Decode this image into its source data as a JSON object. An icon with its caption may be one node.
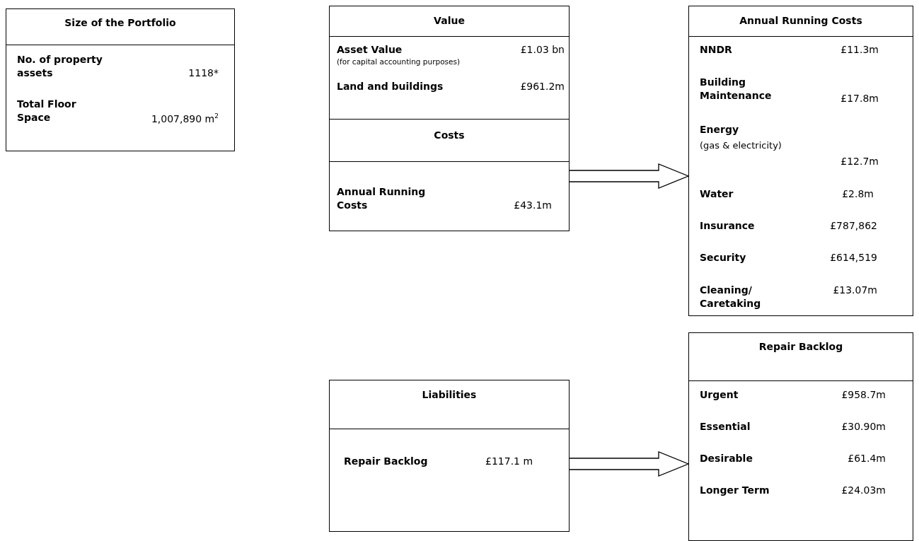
{
  "diagram": {
    "nodes": [
      {
        "text": [
          "Size of the Portfolio",
          "No. of property assets",
          "1118*",
          "Total Floor Space",
          "1,007,890 m$^{2}$"
        ]
      },
      {
        "text": [
          "Value",
          "Asset Value",
          "£1.03 bn",
          "(for capital accounting purposes)",
          "Land and buildings",
          "£961.2m"
        ]
      },
      {
        "text": [
          "Costs",
          "Annual Running Costs",
          "£43.1m"
        ]
      },
      {
        "text": [
          "Annual Running Costs",
          "NNDR",
          "£11.3m",
          "Building Maintenance",
          "£17.8m",
          "Energy",
          "(gas & electricity)",
          "£12.7m",
          "Water",
          "£2.8m",
          "Insurance",
          "£787,862",
          "Security",
          "£614,519",
          "Cleaning/ Caretaking",
          "£13.07m"
        ]
      },
      {
        "text": [
          "Liabilities",
          "Repair Backlog",
          "£117.1 m"
        ]
      },
      {
        "text": [
          "Repair Backlog",
          "Urgent",
          "£958.7m",
          "Essential",
          "£30.90m",
          "Desirable",
          "£61.4m",
          "Longer Term",
          "£24.03m"
        ]
      }
    ],
    "edges": [
      {
        "from": 2,
        "to": 3,
        "arrow": "to"
      },
      {
        "from": 4,
        "to": 5,
        "arrow": "to"
      }
    ]
  }
}
